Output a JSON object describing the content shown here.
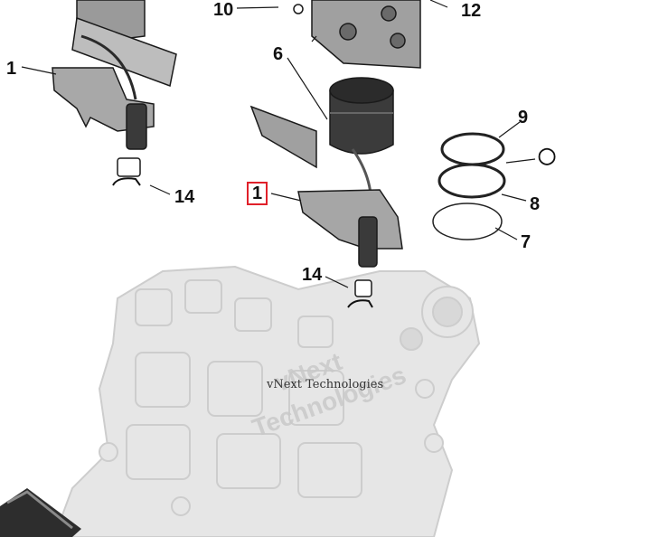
{
  "colors": {
    "line": "#1a1a1a",
    "part_fill": "#9c9c9c",
    "part_dark": "#3a3a3a",
    "housing_fill": "#e4e4e4",
    "housing_line": "#c8c8c8",
    "selected_outline": "#e0202a"
  },
  "callouts": [
    {
      "id": "10",
      "label": "10"
    },
    {
      "id": "12",
      "label": "12"
    },
    {
      "id": "1a",
      "label": "1"
    },
    {
      "id": "6",
      "label": "6"
    },
    {
      "id": "9",
      "label": "9"
    },
    {
      "id": "14a",
      "label": "14"
    },
    {
      "id": "1b",
      "label": "1",
      "selected": true
    },
    {
      "id": "8",
      "label": "8"
    },
    {
      "id": "7",
      "label": "7"
    },
    {
      "id": "14b",
      "label": "14"
    }
  ],
  "watermark": {
    "large_line1": "vNext",
    "large_line2": "Technologies",
    "small": "vNext Technologies"
  }
}
